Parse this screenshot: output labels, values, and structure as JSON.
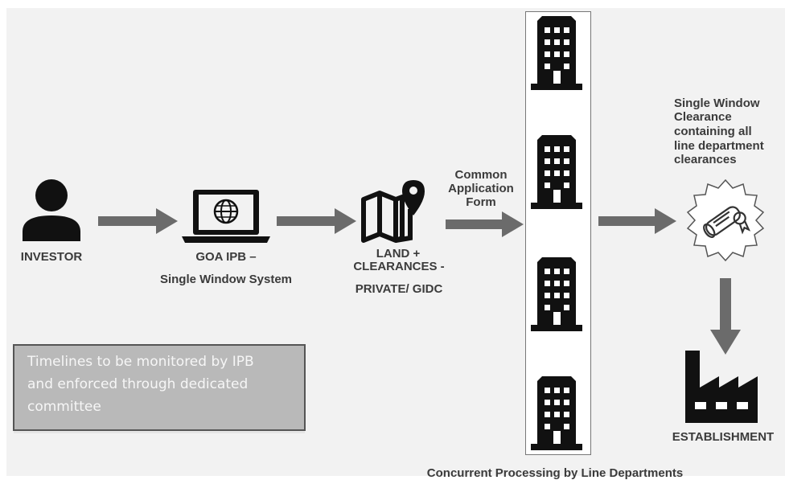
{
  "nodes": {
    "investor": "INVESTOR",
    "ipb_line1": "GOA IPB –",
    "ipb_line2": "Single Window System",
    "land_line1": "LAND +",
    "land_line2": "CLEARANCES -",
    "land_line3": "PRIVATE/ GIDC",
    "caf_line1": "Common",
    "caf_line2": "Application",
    "caf_line3": "Form",
    "swc_line1": "Single Window",
    "swc_line2": "Clearance",
    "swc_line3": "containing all",
    "swc_line4": "line department",
    "swc_line5": "clearances",
    "establishment": "ESTABLISHMENT",
    "concurrent": "Concurrent Processing by Line Departments"
  },
  "note": {
    "line1": "Timelines to be monitored by IPB",
    "line2": "and enforced through dedicated",
    "line3": "committee"
  },
  "colors": {
    "arrow": "#6b6b6b",
    "icon": "#111111",
    "note_fill": "#b9b9b9",
    "background": "#f2f2f2"
  },
  "icons": [
    "user-icon",
    "laptop-globe-icon",
    "map-pin-icon",
    "building-icon",
    "certificate-seal-icon",
    "factory-icon"
  ]
}
